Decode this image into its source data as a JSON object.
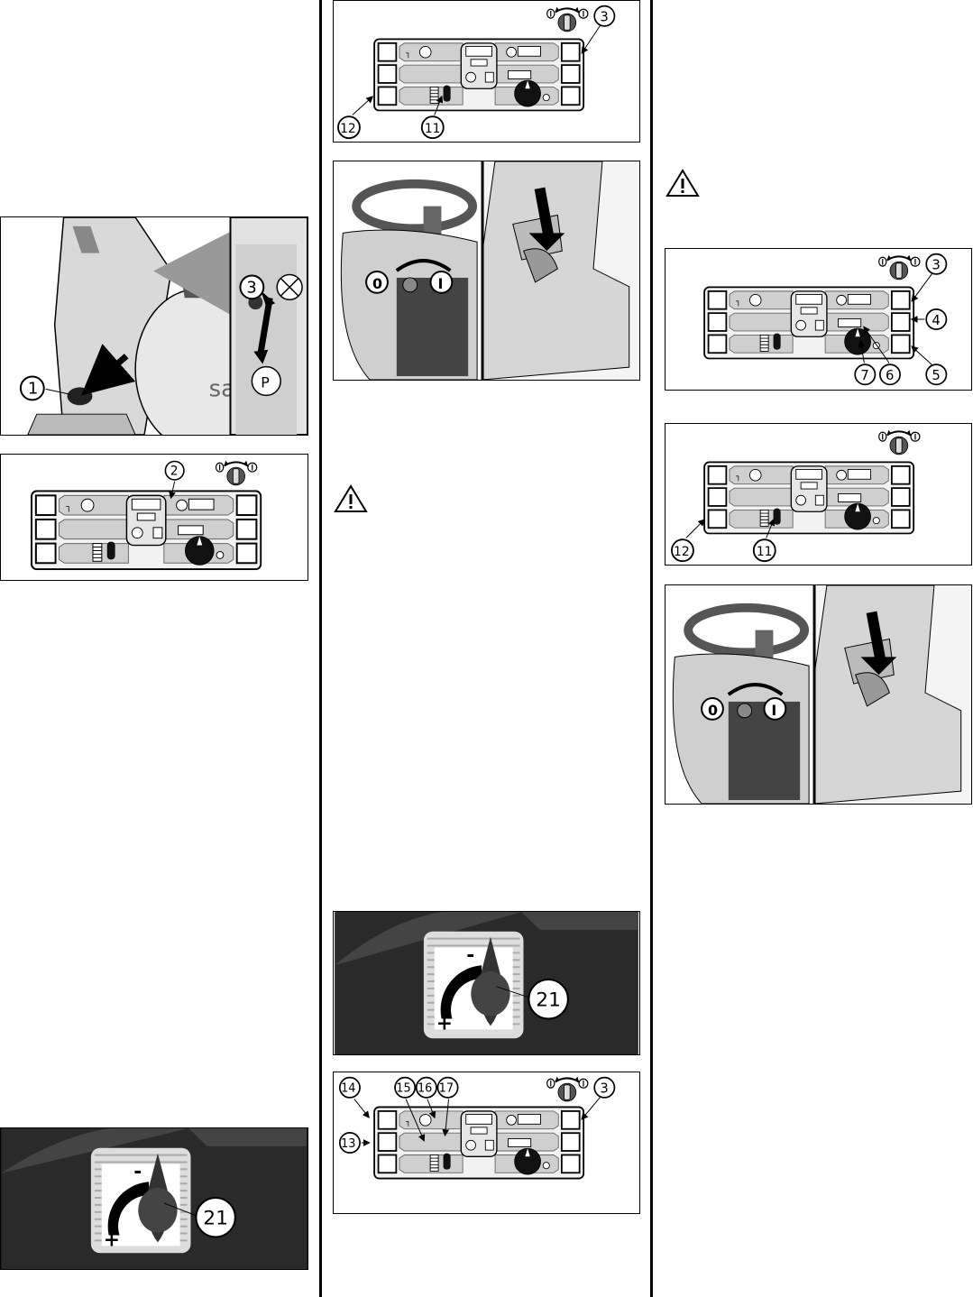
{
  "figures": {
    "fig1": {
      "callouts": [
        "1",
        "3"
      ],
      "brand_fragment": "sa",
      "parking_symbol": "P"
    },
    "fig2": {
      "callouts": [
        "2"
      ]
    },
    "fig3": {
      "callouts": [
        "3",
        "12",
        "11"
      ]
    },
    "fig4": {
      "switch_off": "0",
      "switch_on": "I"
    },
    "fig5": {
      "callouts": [
        "21"
      ],
      "minus": "-",
      "plus": "+"
    },
    "fig6": {
      "callouts": [
        "14",
        "15",
        "16",
        "17",
        "3",
        "13"
      ]
    },
    "fig7": {
      "callouts": [
        "3",
        "4",
        "5",
        "7",
        "6"
      ]
    },
    "fig8": {
      "callouts": [
        "12",
        "11"
      ]
    },
    "fig9": {
      "switch_off": "0",
      "switch_on": "I"
    },
    "fig10": {
      "callouts": [
        "21"
      ],
      "minus": "-",
      "plus": "+"
    }
  },
  "icons": [
    "warning-triangle-icon",
    "key-switch-icon",
    "arrow-icon"
  ]
}
